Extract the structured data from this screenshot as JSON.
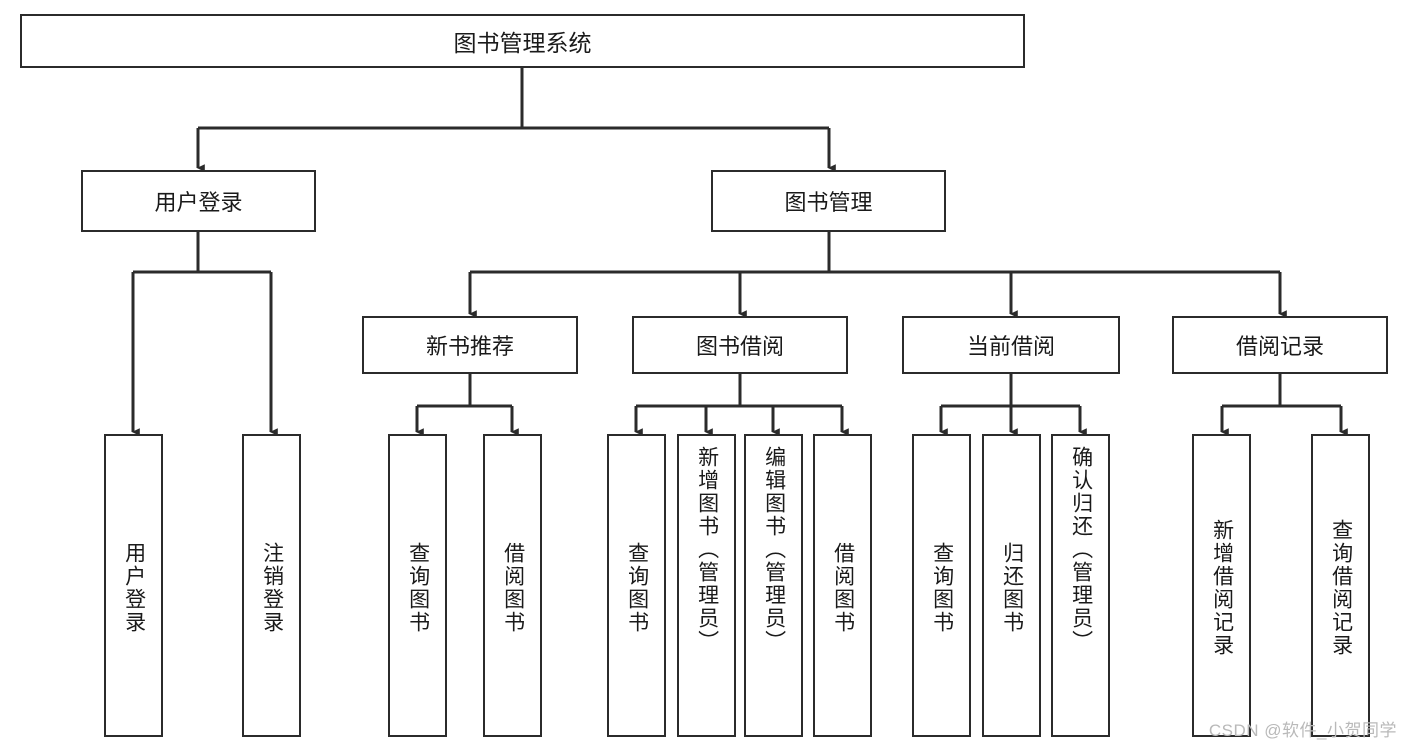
{
  "diagram": {
    "title": "图书管理系统",
    "type": "tree-hierarchy",
    "watermark": "CSDN @软件_小贺同学",
    "colors": {
      "box_border": "#2b2b2b",
      "box_fill": "#ffffff",
      "edge": "#2b2b2b",
      "text": "#1a1a1a",
      "watermark": "#b9b9b9"
    },
    "root": {
      "label": "图书管理系统"
    },
    "level2": [
      {
        "label": "用户登录"
      },
      {
        "label": "图书管理"
      }
    ],
    "level3": [
      {
        "label": "新书推荐"
      },
      {
        "label": "图书借阅"
      },
      {
        "label": "当前借阅"
      },
      {
        "label": "借阅记录"
      }
    ],
    "leaves": {
      "user_login": [
        {
          "label": "用户登录"
        },
        {
          "label": "注销登录"
        }
      ],
      "new_book_recommend": [
        {
          "label": "查询图书"
        },
        {
          "label": "借阅图书"
        }
      ],
      "book_borrow": [
        {
          "label": "查询图书"
        },
        {
          "label": "新增图书（管理员）"
        },
        {
          "label": "编辑图书（管理员）"
        },
        {
          "label": "借阅图书"
        }
      ],
      "current_borrow": [
        {
          "label": "查询图书"
        },
        {
          "label": "归还图书"
        },
        {
          "label": "确认归还（管理员）"
        }
      ],
      "borrow_record": [
        {
          "label": "新增借阅记录"
        },
        {
          "label": "查询借阅记录"
        }
      ]
    }
  }
}
